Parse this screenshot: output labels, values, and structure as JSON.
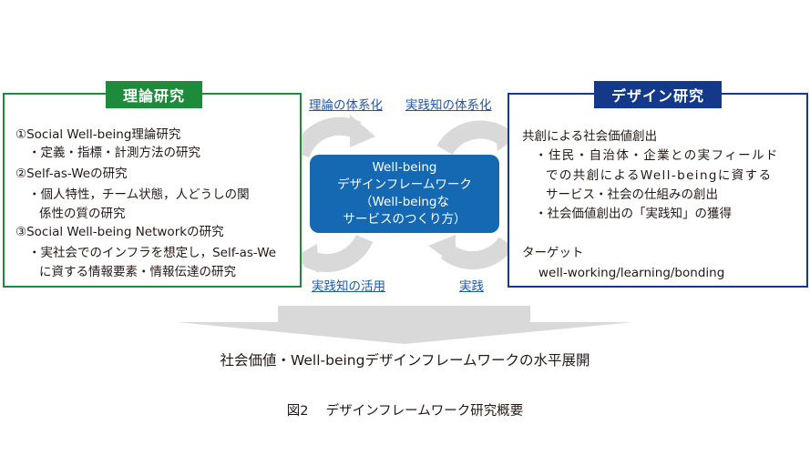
{
  "left_box": {
    "title": "理論研究",
    "lines": [
      "①Social Well-being理論研究",
      "・定義・指標・計測方法の研究",
      "②Self-as-Weの研究",
      "・個人特性，チーム状態，人どうしの関",
      "係性の質の研究",
      "③Social Well-being Networkの研究",
      "・実社会でのインフラを想定し，Self-as-We",
      "に資する情報要素・情報伝達の研究"
    ]
  },
  "right_box": {
    "title": "デザイン研究",
    "lines": [
      "共創による社会価値創出",
      "・住民・自治体・企業との実フィールド",
      "での共創によるWell-beingに資する",
      "サービス・社会の仕組みの創出",
      "・社会価値創出の「実践知」の獲得",
      "ターゲット",
      "well-working/learning/bonding"
    ]
  },
  "center_box": {
    "lines": [
      "Well-being",
      "デザインフレームワーク",
      "（Well-beingな",
      "サービスのつくり方）"
    ]
  },
  "labels": {
    "top_left": "理論の体系化",
    "top_right": "実践知の体系化",
    "bottom_left": "実践知の活用",
    "bottom_right": "実践"
  },
  "bottom_text": "社会価値・Well-beingデザインフレームワークの水平展開",
  "caption": "図2　 デザインフレームワーク研究概要",
  "colors": {
    "left_accent": "#1e8a3c",
    "right_accent": "#14388a",
    "center_fill": "#1568b2",
    "link_text": "#1f58a8",
    "cycle_arrow": "#d9d9d9"
  }
}
